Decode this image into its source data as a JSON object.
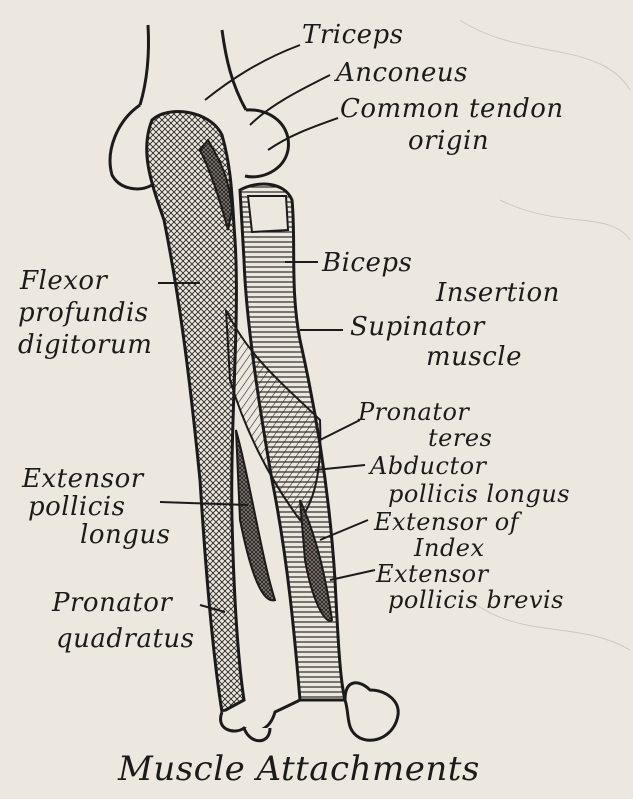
{
  "labels": {
    "triceps": "Triceps",
    "anconeus": "Anconeus",
    "common_tendon": "Common tendon",
    "origin": "origin",
    "biceps": "Biceps",
    "insertion": "Insertion",
    "supinator": "Supinator",
    "muscle": "muscle",
    "pronator": "Pronator",
    "teres": "teres",
    "abductor": "Abductor",
    "pollicis_longus": "pollicis longus",
    "extensor_of": "Extensor of",
    "index": "Index",
    "extensor_r": "Extensor",
    "pollicis_brevis": "pollicis brevis",
    "flexor": "Flexor",
    "profundis": "profundis",
    "digitorum": "digitorum",
    "extensor_l": "Extensor",
    "pollicis": "pollicis",
    "longus": "longus",
    "pronator_l": "Pronator",
    "quadratus": "quadratus"
  },
  "caption": "Muscle Attachments",
  "colors": {
    "ink": "#1d1b19",
    "paper": "#ece8e0"
  }
}
